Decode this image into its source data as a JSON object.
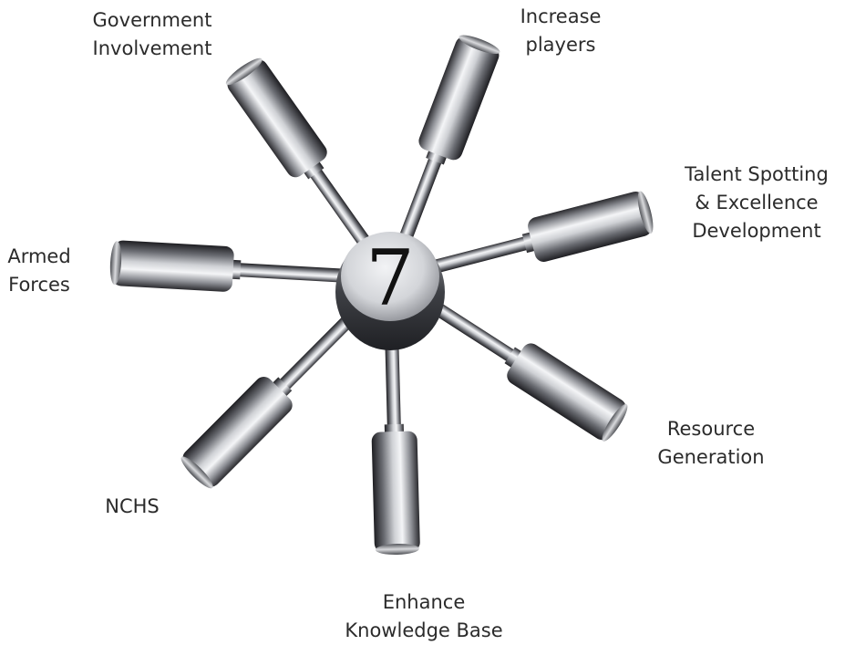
{
  "center": {
    "number": "7"
  },
  "spokes": [
    {
      "id": "government",
      "lines": [
        "Government",
        "Involvement"
      ]
    },
    {
      "id": "players",
      "lines": [
        "Increase",
        "players"
      ]
    },
    {
      "id": "talent",
      "lines": [
        "Talent Spotting",
        "& Excellence",
        "Development"
      ]
    },
    {
      "id": "armed",
      "lines": [
        "Armed",
        "Forces"
      ]
    },
    {
      "id": "resource",
      "lines": [
        "Resource",
        "Generation"
      ]
    },
    {
      "id": "nchs",
      "lines": [
        "NCHS"
      ]
    },
    {
      "id": "knowledge",
      "lines": [
        "Enhance",
        "Knowledge Base"
      ]
    }
  ],
  "colors": {
    "label_text": "#2b2b2b",
    "metal_dark": "#2a2a2e",
    "metal_mid": "#9a9ca2",
    "metal_light": "#f4f5f7",
    "hub_face": "#e8e9ec"
  }
}
